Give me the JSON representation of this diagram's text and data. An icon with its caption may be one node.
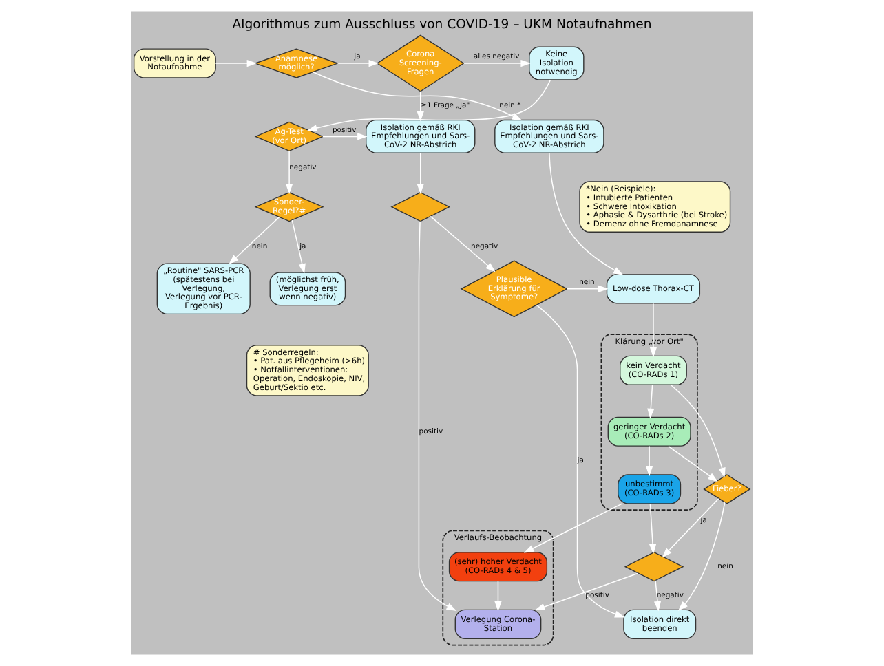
{
  "diagram": {
    "title": "Algorithmus zum Ausschluss von COVID-19 – UKM Notaufnahmen",
    "nodes": [
      {
        "text": [
          "Vorstellung in der Notaufnahme"
        ]
      },
      {
        "text": [
          "Anamnese möglich?"
        ]
      },
      {
        "text": [
          "Corona Screening-Fragen"
        ]
      },
      {
        "text": [
          "Keine Isolation notwendig"
        ]
      },
      {
        "text": [
          "Isolation gemäß RKI Empfehlungen und Sars-CoV-2 NR-Abstrich"
        ]
      },
      {
        "text": [
          "*Nein (Beispiele):",
          "• Intubierte Patienten",
          "• Schwere Intoxikation",
          "• Aphasie & Dysarthrie (bei Stroke)",
          "• Demenz ohne Fremdanamnese"
        ]
      },
      {
        "text": [
          "Isolation gemäß RKI Empfehlungen und Sars-CoV-2 NR-Abstrich"
        ]
      },
      {
        "text": [
          "Ag-Test",
          "(vor Ort)"
        ]
      },
      {
        "text": [],
        "shape": "diamond"
      },
      {
        "text": [
          "Sonder-Regel?#"
        ]
      },
      {
        "text": [
          "Low-dose Thorax-CT"
        ]
      },
      {
        "text": [
          "Plausible Erklärung für Symptome?"
        ]
      },
      {
        "text": [
          "„Routine\" SARS-PCR",
          "(spätestens bei Verlegung, Verlegung vor PCR-Ergebnis)"
        ]
      },
      {
        "text": [
          "(möglichst früh, Verlegung erst wenn negativ)"
        ]
      },
      {
        "text": [
          "Klärung „vor Ort\""
        ]
      },
      {
        "text": [
          "kein Verdacht",
          "(CO-RADs 1)"
        ],
        "in": 14
      },
      {
        "text": [
          "geringer Verdacht",
          "(CO-RADs 2)"
        ],
        "in": 14
      },
      {
        "text": [
          "unbestimmt",
          "(CO-RADs 3)"
        ],
        "in": 14
      },
      {
        "text": [
          "Fieber?"
        ]
      },
      {
        "text": [
          "Isolation direkt beenden"
        ]
      },
      {
        "text": [
          "# Sonderregeln:",
          "• Pat. aus Pflegeheim (>6h)",
          "• Notfallinterventionen: Operation, Endoskopie, NIV, Geburt/Sektio etc."
        ]
      },
      {
        "text": [],
        "shape": "diamond"
      },
      {
        "text": [
          "Verlaufs-Beobachtung"
        ]
      },
      {
        "text": [
          "(sehr) hoher Verdacht",
          "(CO-RADs 4 & 5)"
        ],
        "in": 22
      },
      {
        "text": [
          "Verlegung Corona-Station"
        ],
        "in": 22
      }
    ],
    "edges": [
      {
        "from": 0,
        "to": 1,
        "arrow": "to"
      },
      {
        "from": 1,
        "to": 2,
        "arrow": "to",
        "label": "ja"
      },
      {
        "from": 1,
        "to": 4,
        "arrow": "to",
        "label": "nein *"
      },
      {
        "from": 2,
        "to": 3,
        "arrow": "to",
        "label": "alles negativ"
      },
      {
        "from": 2,
        "to": 6,
        "arrow": "to",
        "label": "≥1 Frage „Ja\""
      },
      {
        "from": 3,
        "to": 7,
        "arrow": "to"
      },
      {
        "from": 7,
        "to": 6,
        "arrow": "to",
        "label": "positiv"
      },
      {
        "from": 7,
        "to": 9,
        "arrow": "to",
        "label": "negativ"
      },
      {
        "from": 6,
        "to": 8,
        "arrow": "to"
      },
      {
        "from": 8,
        "to": 11,
        "arrow": "to",
        "label": "negativ"
      },
      {
        "from": 8,
        "to": 24,
        "arrow": "to",
        "label": "positiv"
      },
      {
        "from": 9,
        "to": 12,
        "arrow": "to",
        "label": "nein"
      },
      {
        "from": 9,
        "to": 13,
        "arrow": "to",
        "label": "ja"
      },
      {
        "from": 4,
        "to": 10,
        "arrow": "to"
      },
      {
        "from": 11,
        "to": 10,
        "arrow": "to",
        "label": "nein"
      },
      {
        "from": 11,
        "to": 19,
        "arrow": "to",
        "label": "ja"
      },
      {
        "from": 10,
        "to": 15,
        "arrow": "to"
      },
      {
        "from": 15,
        "to": 16,
        "arrow": "to"
      },
      {
        "from": 16,
        "to": 17,
        "arrow": "to"
      },
      {
        "from": 15,
        "to": 18,
        "arrow": "to"
      },
      {
        "from": 16,
        "to": 18,
        "arrow": "to"
      },
      {
        "from": 17,
        "to": 21,
        "arrow": "to"
      },
      {
        "from": 17,
        "to": 23,
        "arrow": "to"
      },
      {
        "from": 18,
        "to": 19,
        "arrow": "to",
        "label": "nein"
      },
      {
        "from": 18,
        "to": 21,
        "arrow": "to",
        "label": "ja"
      },
      {
        "from": 21,
        "to": 19,
        "arrow": "to",
        "label": "negativ"
      },
      {
        "from": 21,
        "to": 24,
        "arrow": "to",
        "label": "positiv"
      },
      {
        "from": 23,
        "to": 24,
        "arrow": "to"
      }
    ]
  }
}
